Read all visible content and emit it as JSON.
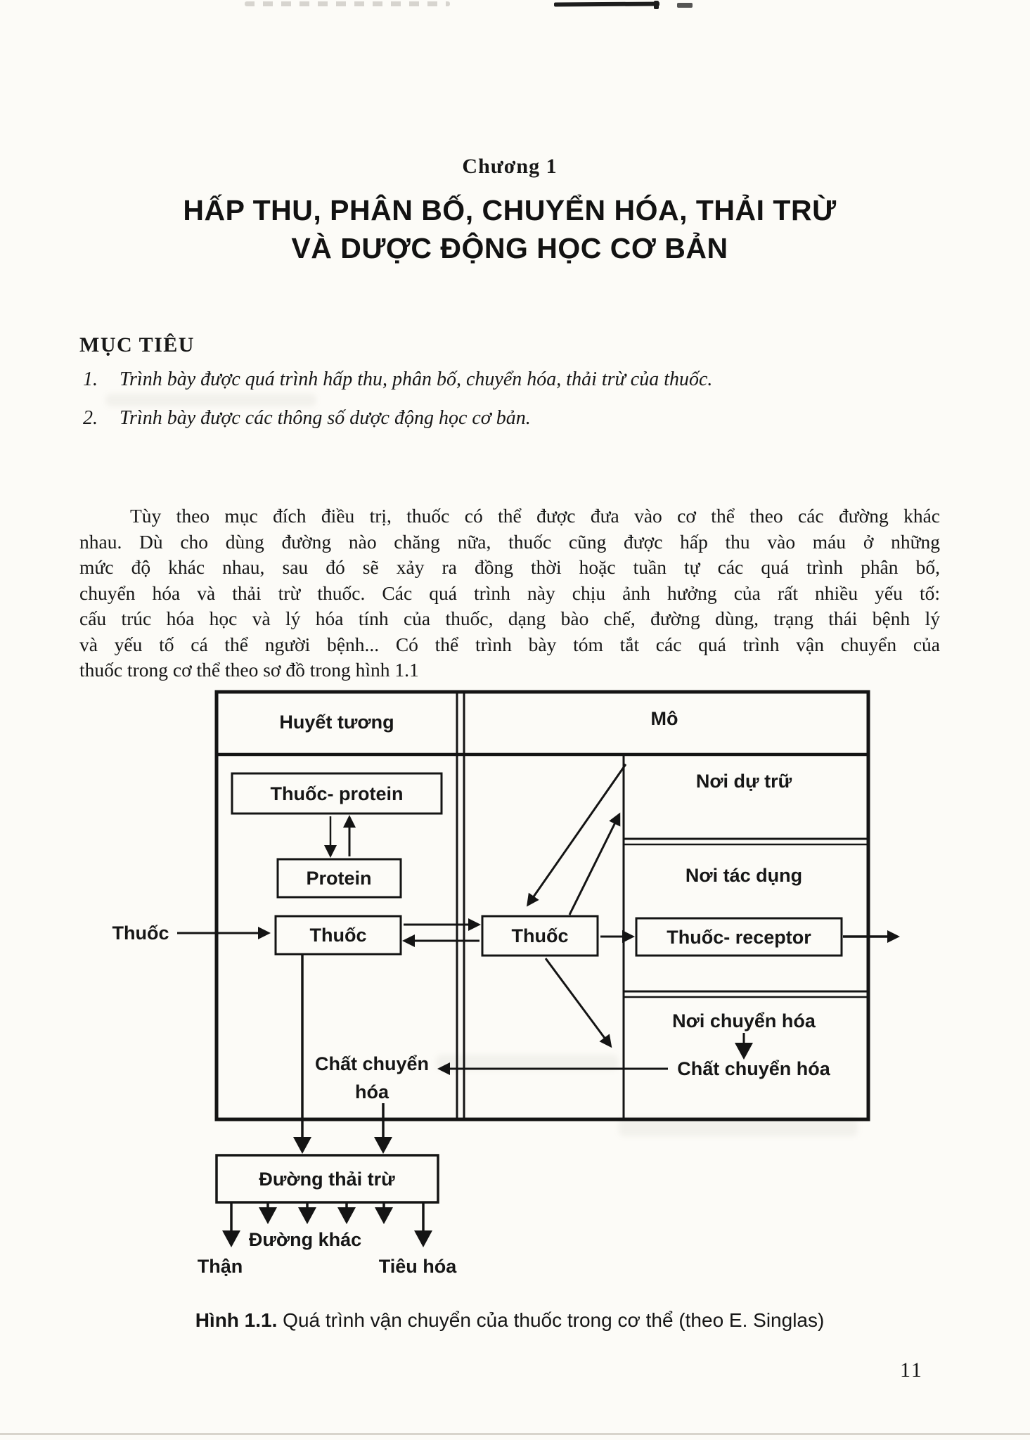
{
  "colors": {
    "paper": "#fcfbf7",
    "ink": "#171717"
  },
  "document": {
    "chapter_label": "Chương 1",
    "title_line1": "HẤP THU, PHÂN BỐ, CHUYỂN HÓA, THẢI TRỪ",
    "title_line2": "VÀ DƯỢC ĐỘNG HỌC CƠ BẢN",
    "page_number": "11"
  },
  "objectives": {
    "heading": "MỤC TIÊU",
    "items": [
      {
        "number": "1.",
        "text": "Trình bày được quá trình hấp thu, phân bố, chuyển hóa, thải trừ của thuốc."
      },
      {
        "number": "2.",
        "text": "Trình bày được các thông số dược động học cơ bản."
      }
    ]
  },
  "paragraph": {
    "lines": [
      "Tùy theo mục đích điều trị, thuốc có thể được đưa vào cơ thể theo các đường khác",
      "nhau. Dù cho dùng đường nào chăng nữa, thuốc cũng được hấp thu vào máu ở những",
      "mức độ khác nhau, sau đó sẽ xảy ra đồng thời hoặc tuần tự các quá trình phân bố,",
      "chuyển hóa và thải trừ thuốc. Các quá trình này chịu ảnh hưởng của rất nhiều yếu tố:",
      "cấu trúc hóa học và lý hóa tính của thuốc, dạng bào chế, đường dùng, trạng thái bệnh lý",
      "và yếu tố cá thể người bệnh... Có thể trình bày tóm tắt các quá trình vận chuyển của",
      "thuốc trong cơ thể theo sơ đồ trong hình 1.1"
    ]
  },
  "figure": {
    "caption_bold": "Hình 1.1.",
    "caption_rest": "Quá trình vận chuyển của thuốc trong cơ thể (theo E. Singlas)",
    "diagram": {
      "plasma_header": "Huyết tương",
      "tissue_header": "Mô",
      "drug_external": "Thuốc",
      "drug_protein": "Thuốc- protein",
      "protein": "Protein",
      "drug_plasma": "Thuốc",
      "drug_tissue": "Thuốc",
      "storage_site": "Nơi dự trữ",
      "action_site": "Nơi tác dụng",
      "drug_receptor": "Thuốc- receptor",
      "metabolism_site": "Nơi chuyển hóa",
      "metabolite_tissue": "Chất chuyển hóa",
      "metabolite_plasma_line1": "Chất chuyển",
      "metabolite_plasma_line2": "hóa",
      "excretion_route": "Đường thải trừ",
      "other_routes": "Đường khác",
      "kidney": "Thận",
      "digestive": "Tiêu hóa"
    }
  }
}
